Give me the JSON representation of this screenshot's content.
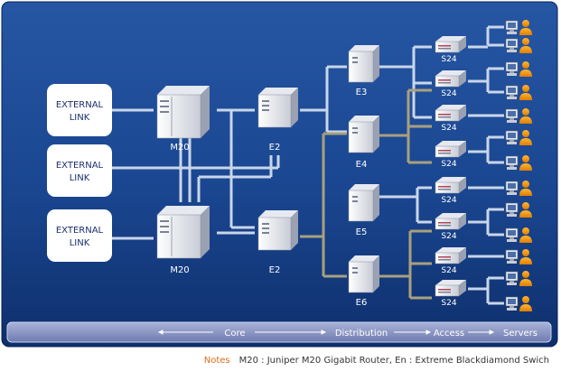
{
  "external_links": [
    {
      "label_line1": "EXTERNAL",
      "label_line2": "LINK"
    },
    {
      "label_line1": "EXTERNAL",
      "label_line2": "LINK"
    },
    {
      "label_line1": "EXTERNAL",
      "label_line2": "LINK"
    }
  ],
  "routers": [
    {
      "label": "M20"
    },
    {
      "label": "M20"
    }
  ],
  "core_switches": [
    {
      "label": "E2"
    },
    {
      "label": "E2"
    }
  ],
  "distribution_switches": [
    {
      "label": "E3"
    },
    {
      "label": "E4"
    },
    {
      "label": "E5"
    },
    {
      "label": "E6"
    }
  ],
  "access_switches": [
    {
      "label": "S24"
    },
    {
      "label": "S24"
    },
    {
      "label": "S24"
    },
    {
      "label": "S24"
    },
    {
      "label": "S24"
    },
    {
      "label": "S24"
    },
    {
      "label": "S24"
    },
    {
      "label": "S24"
    }
  ],
  "tiers": {
    "core": "Core",
    "distribution": "Distribution",
    "access": "Access",
    "servers": "Servers"
  },
  "notes": {
    "key": "Notes",
    "text": "M20 : Juniper M20 Gigabit Router, En : Extreme Blackdiamond Swich"
  },
  "colors": {
    "background_top": "#1f4f9a",
    "background_bottom": "#0e2f6c",
    "link_light": "#c9d6ea",
    "link_tan": "#a9a07e",
    "notes_key": "#e06a1a"
  }
}
